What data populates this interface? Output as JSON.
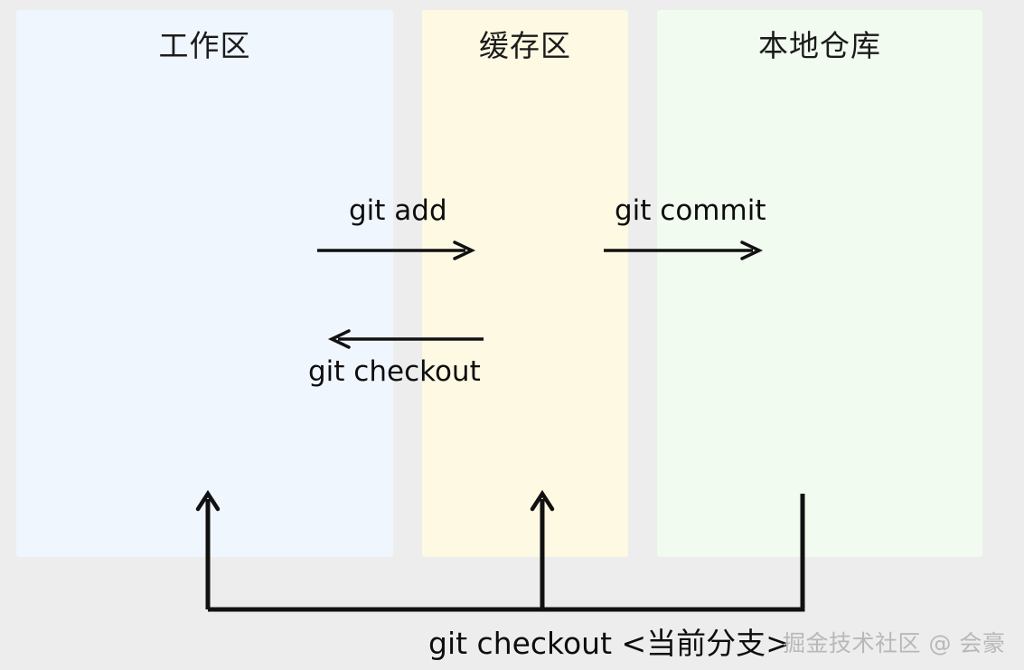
{
  "diagram": {
    "title_bar_absent": true,
    "background_color": "#ededed",
    "panels": [
      {
        "id": "working",
        "label": "工作区",
        "color": "#f0f6fe"
      },
      {
        "id": "staging",
        "label": "缓存区",
        "color": "#fdf9e3"
      },
      {
        "id": "repo",
        "label": "本地仓库",
        "color": "#f2fbf0"
      }
    ],
    "arrows": [
      {
        "id": "git-add",
        "label": "git add",
        "direction": "right",
        "from": "working",
        "to": "staging"
      },
      {
        "id": "git-commit",
        "label": "git commit",
        "direction": "right",
        "from": "staging",
        "to": "repo"
      },
      {
        "id": "git-checkout",
        "label": "git checkout",
        "direction": "left",
        "from": "staging",
        "to": "working"
      },
      {
        "id": "git-checkout-branch",
        "label": "git checkout <当前分支>",
        "direction": "up-split",
        "from": "repo",
        "to": "working+staging"
      }
    ],
    "watermark": "掘金技术社区 @ 会豪",
    "stroke_color": "#111111"
  }
}
